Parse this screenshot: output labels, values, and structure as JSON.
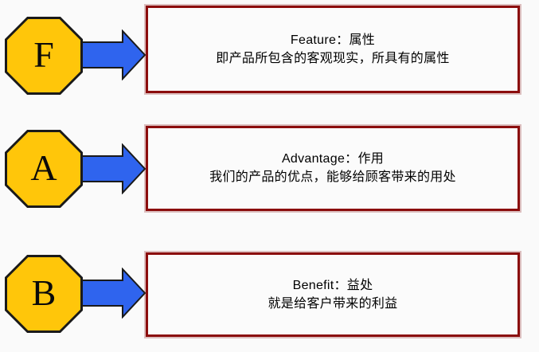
{
  "diagram": {
    "background": "#fafafa",
    "colors": {
      "octagon_fill": "#ffc60a",
      "octagon_stroke": "#1a1a1a",
      "arrow_fill": "#2f64ee",
      "arrow_stroke": "#1a1a1a",
      "box_border": "#8b0d0d",
      "box_glow": "#dcbfbf",
      "box_fill": "#fbfbfb",
      "text": "#000000"
    },
    "rows": [
      {
        "letter": "F",
        "title": "Feature：属性",
        "description": "即产品所包含的客观现实，所具有的属性"
      },
      {
        "letter": "A",
        "title": "Advantage：作用",
        "description": "我们的产品的优点，能够给顾客带来的用处"
      },
      {
        "letter": "B",
        "title": "Benefit：益处",
        "description": "就是给客户带来的利益"
      }
    ]
  }
}
